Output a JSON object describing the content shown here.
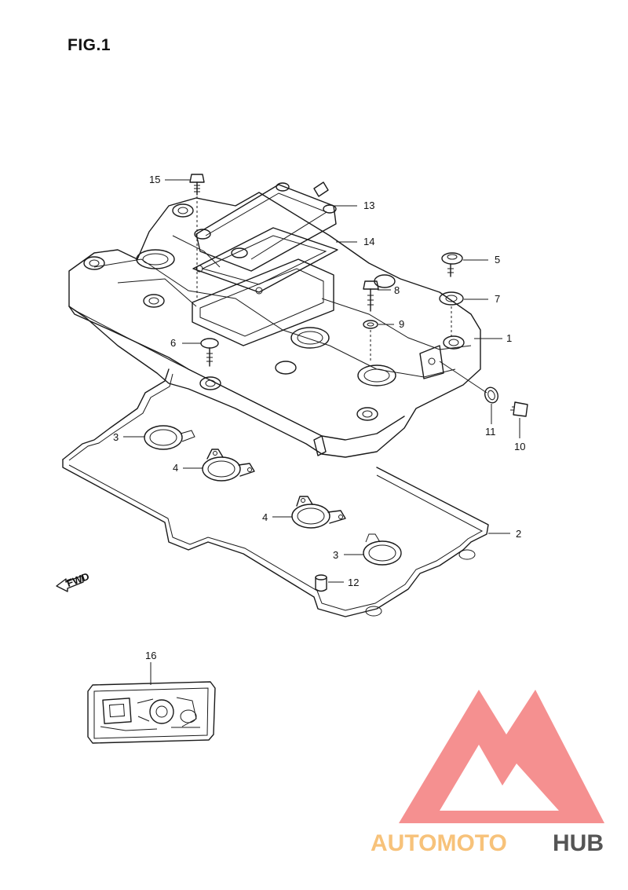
{
  "figure": {
    "title": "FIG.1"
  },
  "callouts": [
    {
      "id": "15",
      "label": "15"
    },
    {
      "id": "13",
      "label": "13"
    },
    {
      "id": "14",
      "label": "14"
    },
    {
      "id": "5",
      "label": "5"
    },
    {
      "id": "7",
      "label": "7"
    },
    {
      "id": "8",
      "label": "8"
    },
    {
      "id": "9",
      "label": "9"
    },
    {
      "id": "1",
      "label": "1"
    },
    {
      "id": "6",
      "label": "6"
    },
    {
      "id": "11",
      "label": "11"
    },
    {
      "id": "10",
      "label": "10"
    },
    {
      "id": "3a",
      "label": "3"
    },
    {
      "id": "4a",
      "label": "4"
    },
    {
      "id": "4b",
      "label": "4"
    },
    {
      "id": "2",
      "label": "2"
    },
    {
      "id": "3b",
      "label": "3"
    },
    {
      "id": "12",
      "label": "12"
    },
    {
      "id": "16",
      "label": "16"
    }
  ],
  "direction_marker": {
    "label": "FWD"
  },
  "watermark": {
    "part1": "AUTOMOTO",
    "part2": "HUB",
    "colors": {
      "triangle": "#f26b6b",
      "text_light": "#f7c27a",
      "text_dark": "#555555"
    }
  }
}
